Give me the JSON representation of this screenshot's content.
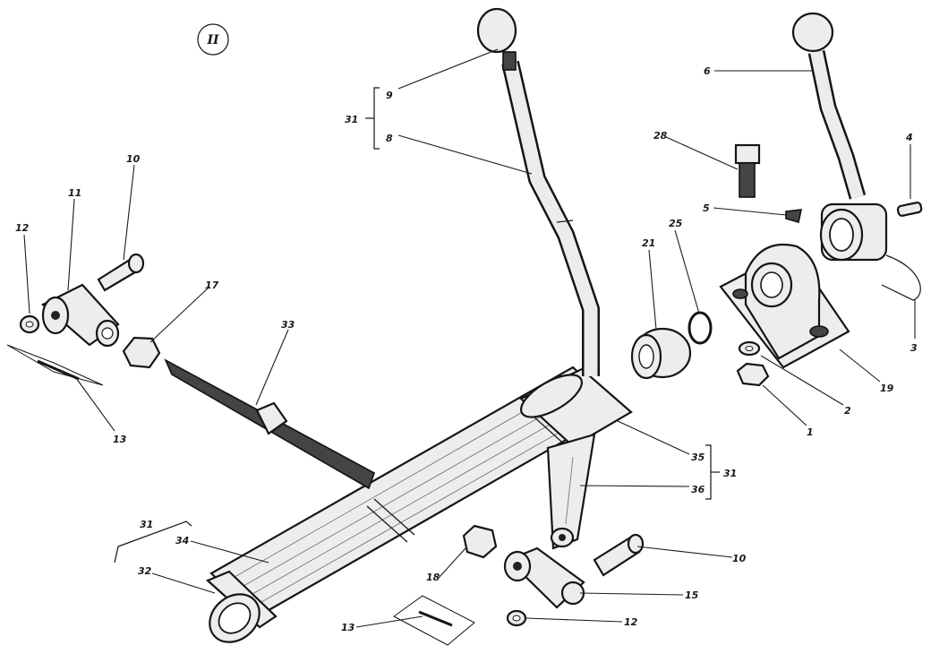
{
  "figure": {
    "view_label": "II",
    "callouts": [
      {
        "id": "c1",
        "text": "1"
      },
      {
        "id": "c2",
        "text": "2"
      },
      {
        "id": "c3",
        "text": "3"
      },
      {
        "id": "c4",
        "text": "4"
      },
      {
        "id": "c5",
        "text": "5"
      },
      {
        "id": "c6",
        "text": "6"
      },
      {
        "id": "c8",
        "text": "8"
      },
      {
        "id": "c9",
        "text": "9"
      },
      {
        "id": "c10a",
        "text": "10"
      },
      {
        "id": "c10b",
        "text": "10"
      },
      {
        "id": "c11",
        "text": "11"
      },
      {
        "id": "c12a",
        "text": "12"
      },
      {
        "id": "c12b",
        "text": "12"
      },
      {
        "id": "c13a",
        "text": "13"
      },
      {
        "id": "c13b",
        "text": "13"
      },
      {
        "id": "c15",
        "text": "15"
      },
      {
        "id": "c17",
        "text": "17"
      },
      {
        "id": "c18",
        "text": "18"
      },
      {
        "id": "c19",
        "text": "19"
      },
      {
        "id": "c21",
        "text": "21"
      },
      {
        "id": "c25",
        "text": "25"
      },
      {
        "id": "c28",
        "text": "28"
      },
      {
        "id": "c31a",
        "text": "31"
      },
      {
        "id": "c31b",
        "text": "31"
      },
      {
        "id": "c31c",
        "text": "31"
      },
      {
        "id": "c32",
        "text": "32"
      },
      {
        "id": "c33",
        "text": "33"
      },
      {
        "id": "c34",
        "text": "34"
      },
      {
        "id": "c35",
        "text": "35"
      },
      {
        "id": "c36",
        "text": "36"
      }
    ]
  }
}
